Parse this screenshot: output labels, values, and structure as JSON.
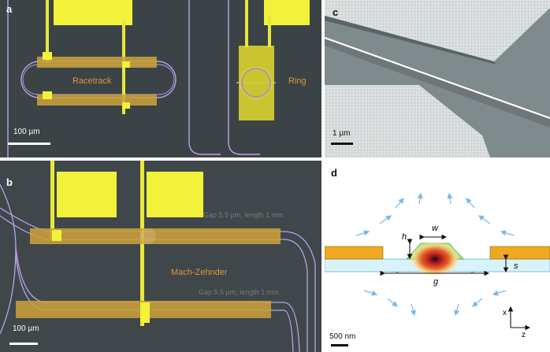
{
  "panels": {
    "a": {
      "label": "a",
      "racetrack_label": "Racetrack",
      "ring_label": "Ring",
      "scale_text": "100 µm"
    },
    "b": {
      "label": "b",
      "mz_label": "Mach-Zehnder",
      "scale_text": "100 µm",
      "faint_text_1": "Gap 5.5 µm, length 1 mm",
      "faint_text_2": "Gap 5.5 µm, length 1 mm"
    },
    "c": {
      "label": "c",
      "scale_text": "1 µm"
    },
    "d": {
      "label": "d",
      "scale_text": "500 nm",
      "symbols": {
        "w": "w",
        "h": "h",
        "s": "s",
        "g": "g",
        "x": "x",
        "z": "z"
      }
    }
  },
  "colors": {
    "background_dark": "#3a4247",
    "waveguide": "#b9a2e6",
    "electrode_yellow": "#f2f23a",
    "electrode_gold": "#c9a13a",
    "label_orange": "#e0943a",
    "field_arrow": "#7bb8e8",
    "gold_bar": "#f0a81e",
    "slab": "#d9f3fb",
    "ridge": "#b5e58a"
  }
}
